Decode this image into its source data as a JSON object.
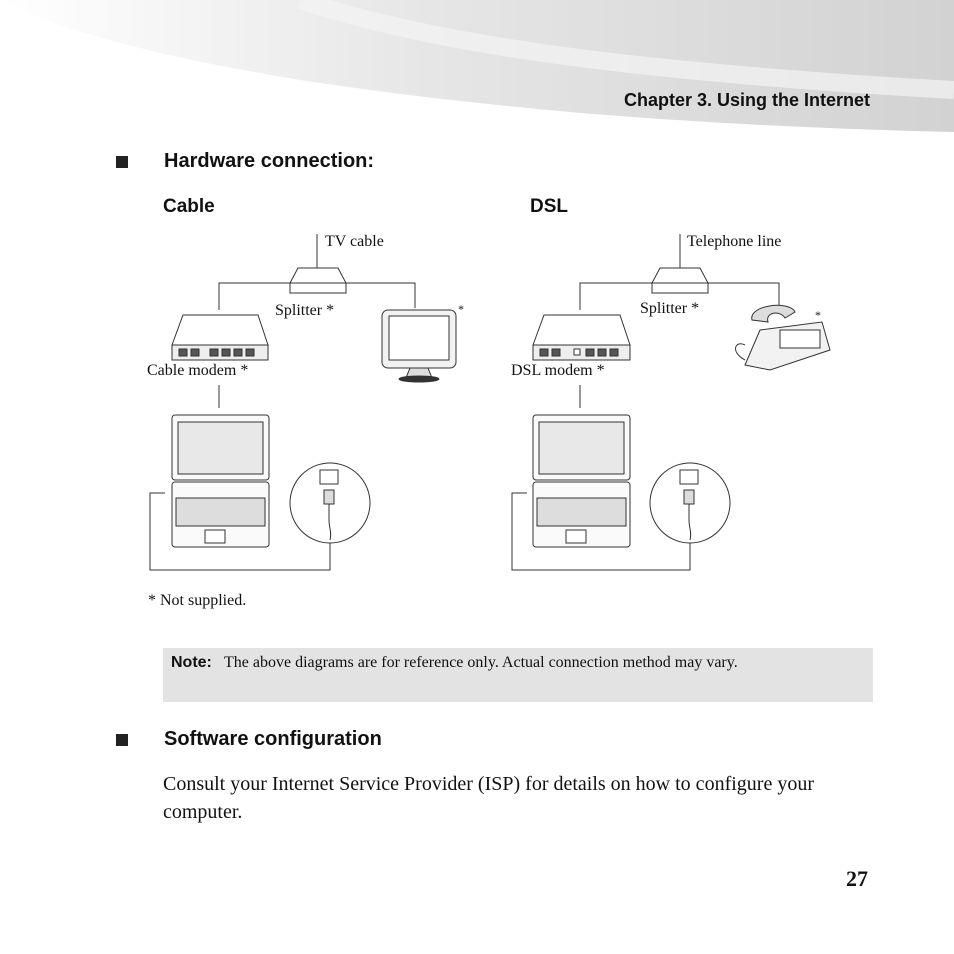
{
  "header": {
    "chapter": "Chapter 3. Using the Internet"
  },
  "sections": {
    "hardware_title": "Hardware connection:",
    "software_title": "Software configuration"
  },
  "diagram": {
    "cable": {
      "heading": "Cable",
      "tv_cable": "TV cable",
      "splitter": "Splitter *",
      "modem": "Cable modem *",
      "asterisk": "*"
    },
    "dsl": {
      "heading": "DSL",
      "telephone_line": "Telephone line",
      "splitter": "Splitter *",
      "modem": "DSL modem *",
      "asterisk": "*"
    },
    "footnote": "* Not supplied."
  },
  "note": {
    "label": "Note:",
    "text": "The above diagrams are for reference only. Actual connection method may vary."
  },
  "software": {
    "body": "Consult your Internet Service Provider (ISP) for details on how to configure your computer."
  },
  "page_number": "27"
}
